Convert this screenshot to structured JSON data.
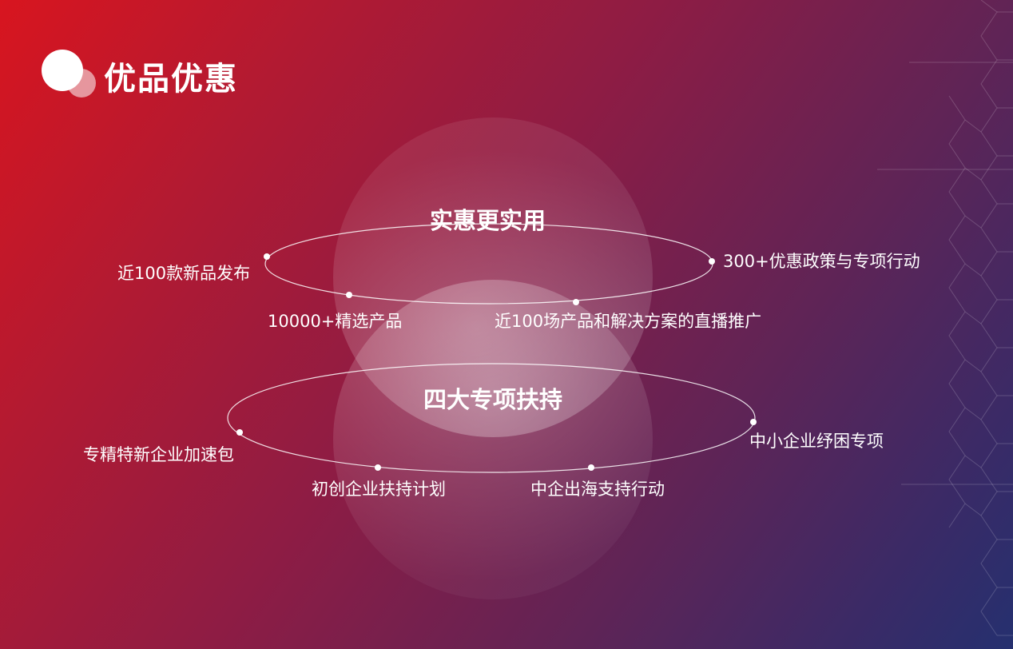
{
  "page": {
    "title": "优品优惠"
  },
  "top_ring": {
    "heading": "实惠更实用",
    "items": [
      "近100款新品发布",
      "10000+精选产品",
      "近100场产品和解决方案的直播推广",
      "300+优惠政策与专项行动"
    ]
  },
  "bottom_ring": {
    "heading": "四大专项扶持",
    "items": [
      "专精特新企业加速包",
      "初创企业扶持计划",
      "中企出海支持行动",
      "中小企业纾困专项"
    ]
  },
  "colors": {
    "accent_red": "#d8151f",
    "accent_blue": "#25306f",
    "text": "#ffffff"
  }
}
